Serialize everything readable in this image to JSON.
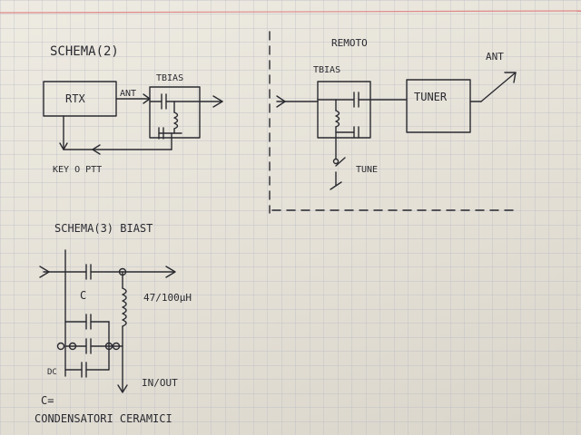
{
  "colors": {
    "paper": "#eeebe2",
    "grid": "#b9b9c4",
    "ink": "#2a2a30",
    "margin_line": "#e08a8a"
  },
  "schema2": {
    "title": "SCHEMA(2)",
    "rtx": "RTX",
    "ant": "ANT",
    "tbias": "TBIAS",
    "key": "KEY O PTT"
  },
  "remote": {
    "title": "REMOTO",
    "tbias": "TBIAS",
    "tuner": "TUNER",
    "ant": "ANT",
    "tune": "TUNE"
  },
  "schema3": {
    "title": "SCHEMA(3) BIAST",
    "c_label": "C",
    "inductor": "47/100µH",
    "io": "IN/OUT",
    "dc": "DC"
  },
  "legend": {
    "line1": "C=",
    "line2": "CONDENSATORI CERAMICI"
  }
}
